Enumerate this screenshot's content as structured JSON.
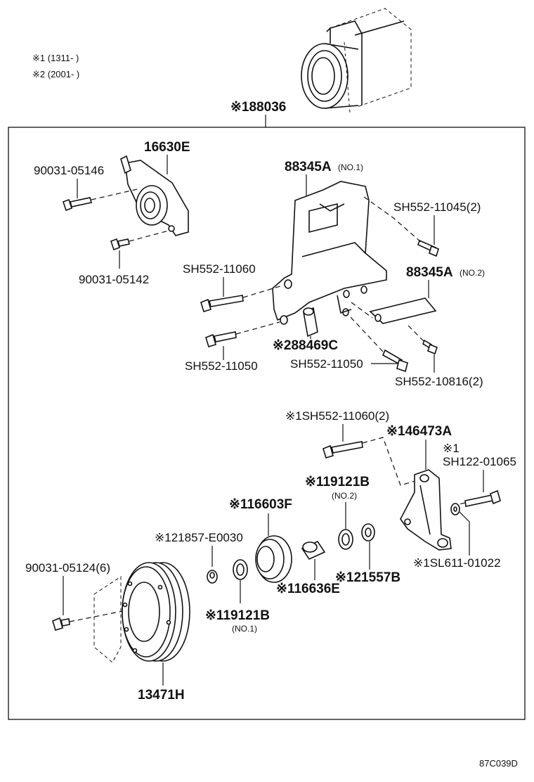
{
  "notes": {
    "n1": "※1 (1311-      )",
    "n2": "※2 (2001-      )"
  },
  "footer_code": "87C039D",
  "parts": {
    "p88036": "※188036",
    "p16630E": "16630E",
    "p90031_05146": "90031-05146",
    "p90031_05142": "90031-05142",
    "p88345A_1": "88345A",
    "p88345A_1_sub": "(NO.1)",
    "pSH552_11045": "SH552-11045(2)",
    "pSH552_11060": "SH552-11060",
    "p88345A_2": "88345A",
    "p88345A_2_sub": "(NO.2)",
    "pSH552_11050_a": "SH552-11050",
    "p88469C": "※288469C",
    "pSH552_11050_b": "SH552-11050",
    "pSH552_10816": "SH552-10816(2)",
    "pSH552_11060_2": "※1SH552-11060(2)",
    "p46473A": "※146473A",
    "pSH122_mark": "※1",
    "pSH122_01065": "SH122-01065",
    "p19121B_2": "※119121B",
    "p19121B_2_sub": "(NO.2)",
    "p16603F": "※116603F",
    "p21857": "※121857-E0030",
    "p90031_05124": "90031-05124(6)",
    "p21557B": "※121557B",
    "pSL611": "※1SL611-01022",
    "p16636E": "※116636E",
    "p19121B_1": "※119121B",
    "p19121B_1_sub": "(NO.1)",
    "p13471H": "13471H"
  }
}
